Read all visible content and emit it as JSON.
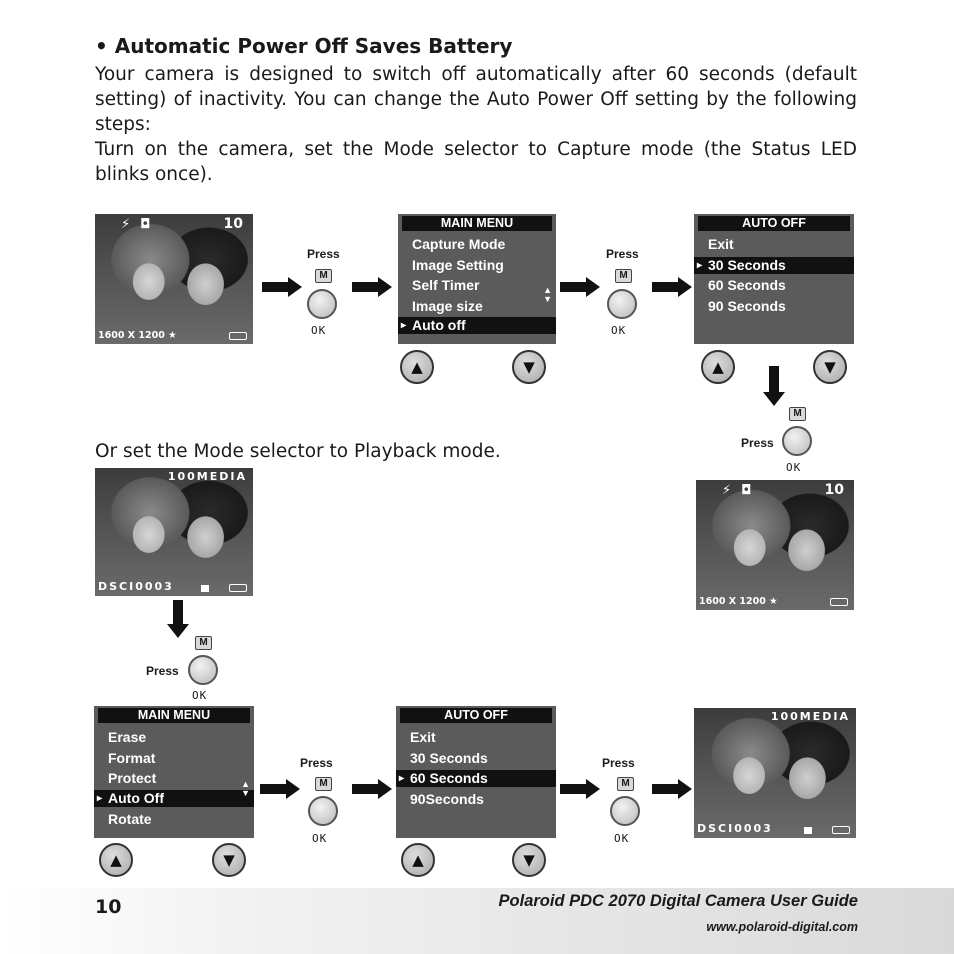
{
  "heading": "• Automatic Power Off Saves Battery",
  "intro": "Your camera is designed to switch off automatically after 60 seconds (default setting) of inactivity. You can change the Auto Power Off setting by the following steps:",
  "step1": "Turn on the camera, set the Mode selector to Capture mode (the Status LED blinks once).",
  "step2": "Or set the Mode selector to Playback mode.",
  "press_label": "Press",
  "m_key": "M",
  "ok_label": "OK",
  "capture_screen": {
    "count": "10",
    "resolution": "1600 X 1200 ★",
    "icons": "⚡ ◘"
  },
  "playback_screen": {
    "folder": "100MEDIA",
    "filename": "DSCI0003"
  },
  "capture_menu": {
    "title": "MAIN MENU",
    "items": [
      "Capture Mode",
      "Image Setting",
      "Self Timer",
      "Image size",
      "Auto off"
    ]
  },
  "capture_auto_off": {
    "title": "AUTO OFF",
    "items": [
      "Exit",
      "30 Seconds",
      "60 Seconds",
      "90 Seconds"
    ]
  },
  "playback_menu": {
    "title": "MAIN MENU",
    "items": [
      "Erase",
      "Format",
      "Protect",
      "Auto Off",
      "Rotate"
    ]
  },
  "playback_auto_off": {
    "title": "AUTO OFF",
    "items": [
      "Exit",
      "30 Seconds",
      "60 Seconds",
      "90Seconds"
    ]
  },
  "nav_up": "▲",
  "nav_down": "▼",
  "footer": {
    "page": "10",
    "guide_title": "Polaroid PDC 2070 Digital Camera User Guide",
    "url": "www.polaroid-digital.com"
  }
}
